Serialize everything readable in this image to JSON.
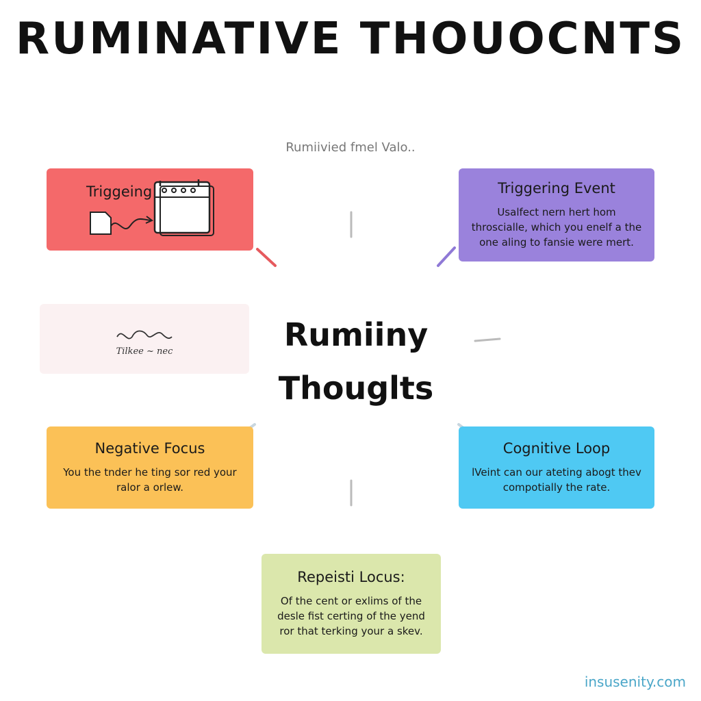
{
  "title": "Ruminative Thouocnts",
  "subtitle": "Rumiivied fmel Valo..",
  "center": {
    "line1": "Rumiiny",
    "line2": "Thouglts"
  },
  "boxes": {
    "trigger_red": {
      "title": "Triggeing",
      "color": "#f4696a"
    },
    "trigger_purple": {
      "title": "Triggering Event",
      "body": "Usalfect nern hert hom throscialle, which you enelf a the one aling to fansie were mert.",
      "color": "#9a82dc"
    },
    "sketch": {
      "caption": "Tilkee ~ nec",
      "color": "#fbf1f2"
    },
    "negative": {
      "title": "Negative Focus",
      "body": "You the tnder he ting sor red your ralor a orlew.",
      "color": "#fbc157"
    },
    "cognitive": {
      "title": "Cognitive Loop",
      "body": "lVeint can our ateting abogt thev compotially the rate.",
      "color": "#4fc9f3"
    },
    "repeat": {
      "title": "Repeisti Locus:",
      "body": "Of the cent or exlims of the desle fist certing of the yend ror that terking your a skev.",
      "color": "#dbe7ac"
    }
  },
  "icons": {
    "calendar": "calendar-icon",
    "document": "document-arrow-icon"
  },
  "watermark": "insusenity.com"
}
